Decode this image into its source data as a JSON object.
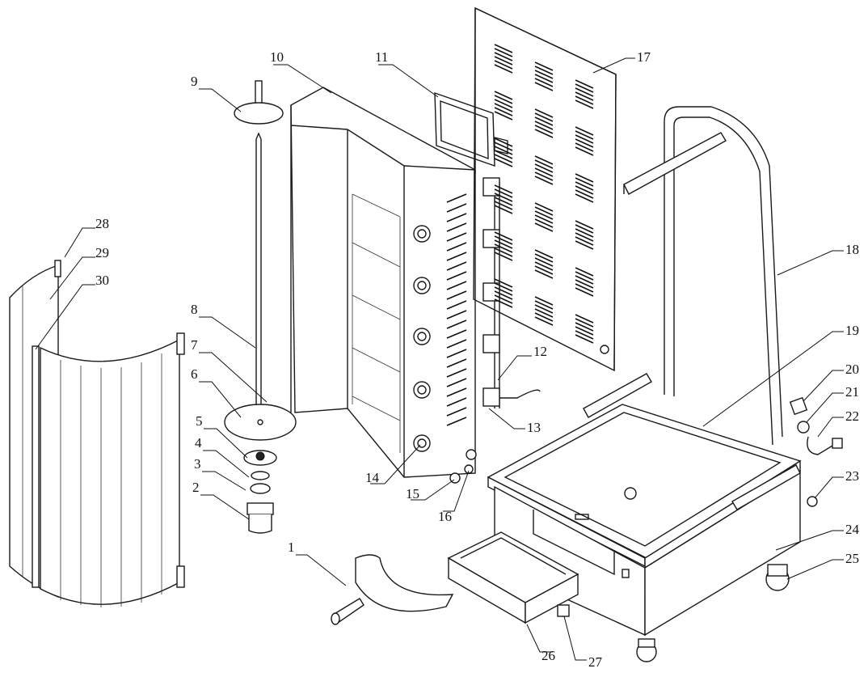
{
  "callouts": [
    {
      "n": "1",
      "label": "1"
    },
    {
      "n": "2",
      "label": "2"
    },
    {
      "n": "3",
      "label": "3"
    },
    {
      "n": "4",
      "label": "4"
    },
    {
      "n": "5",
      "label": "5"
    },
    {
      "n": "6",
      "label": "6"
    },
    {
      "n": "7",
      "label": "7"
    },
    {
      "n": "8",
      "label": "8"
    },
    {
      "n": "9",
      "label": "9"
    },
    {
      "n": "10",
      "label": "10"
    },
    {
      "n": "11",
      "label": "11"
    },
    {
      "n": "12",
      "label": "12"
    },
    {
      "n": "13",
      "label": "13"
    },
    {
      "n": "14",
      "label": "14"
    },
    {
      "n": "15",
      "label": "15"
    },
    {
      "n": "16",
      "label": "16"
    },
    {
      "n": "17",
      "label": "17"
    },
    {
      "n": "18",
      "label": "18"
    },
    {
      "n": "19",
      "label": "19"
    },
    {
      "n": "20",
      "label": "20"
    },
    {
      "n": "21",
      "label": "21"
    },
    {
      "n": "22",
      "label": "22"
    },
    {
      "n": "23",
      "label": "23"
    },
    {
      "n": "24",
      "label": "24"
    },
    {
      "n": "25",
      "label": "25"
    },
    {
      "n": "26",
      "label": "26"
    },
    {
      "n": "27",
      "label": "27"
    },
    {
      "n": "28",
      "label": "28"
    },
    {
      "n": "29",
      "label": "29"
    },
    {
      "n": "30",
      "label": "30"
    }
  ]
}
